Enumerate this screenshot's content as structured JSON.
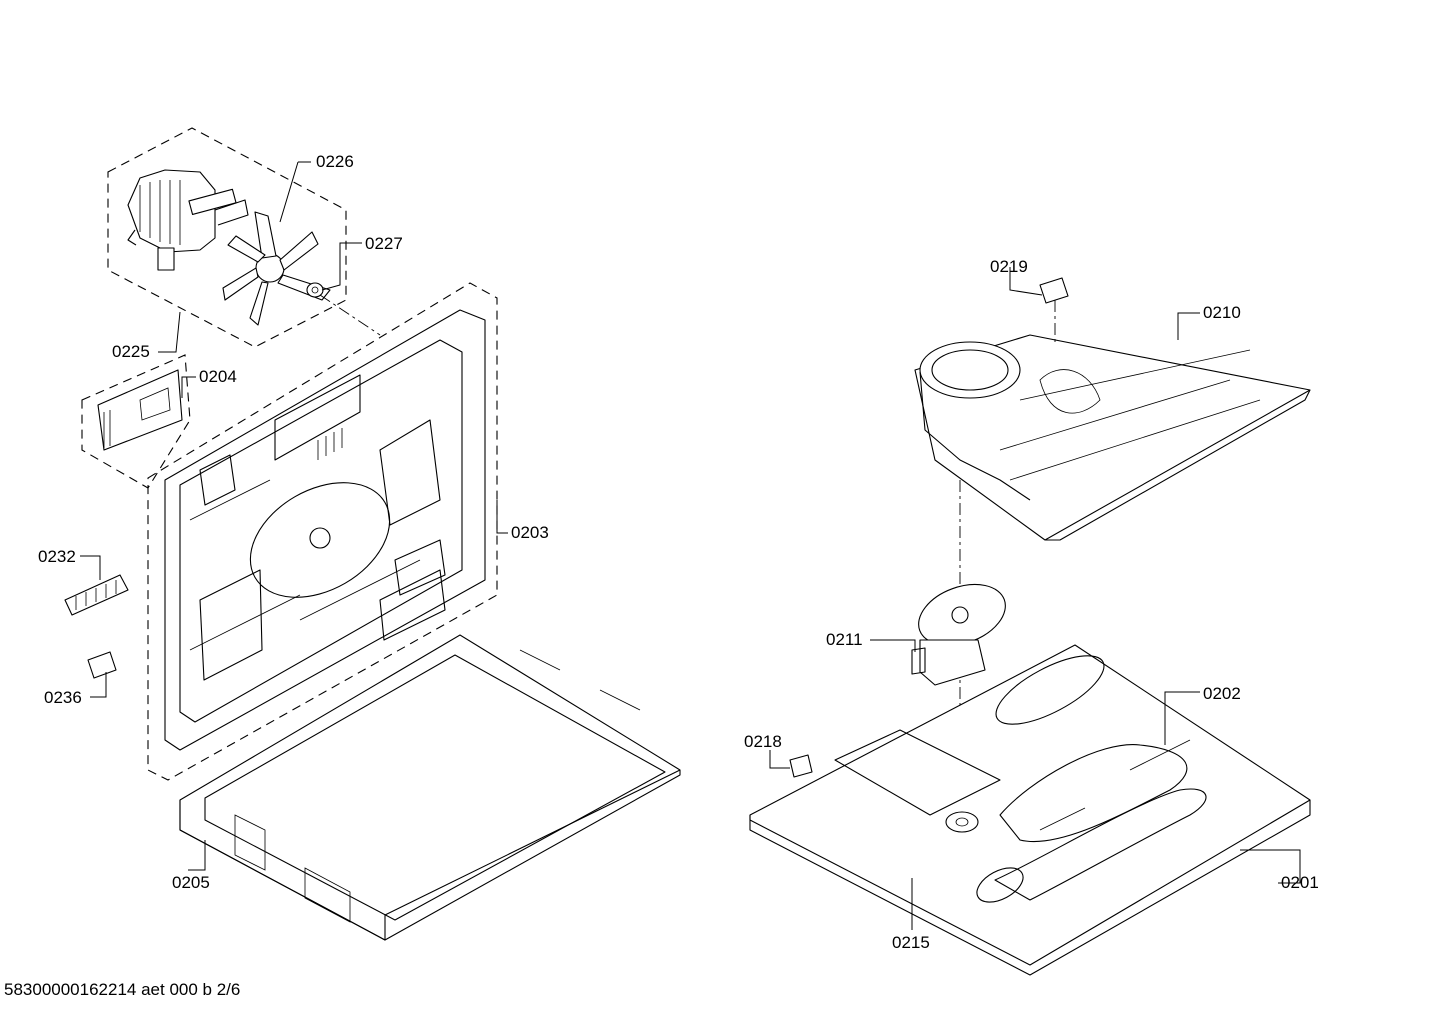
{
  "diagram": {
    "labels": {
      "p0226": "0226",
      "p0227": "0227",
      "p0225": "0225",
      "p0204": "0204",
      "p0203": "0203",
      "p0232": "0232",
      "p0236": "0236",
      "p0205": "0205",
      "p0219": "0219",
      "p0210": "0210",
      "p0211": "0211",
      "p0202": "0202",
      "p0218": "0218",
      "p0201": "0201",
      "p0215": "0215"
    }
  },
  "footer": {
    "text": "58300000162214 aet 000 b 2/6"
  }
}
